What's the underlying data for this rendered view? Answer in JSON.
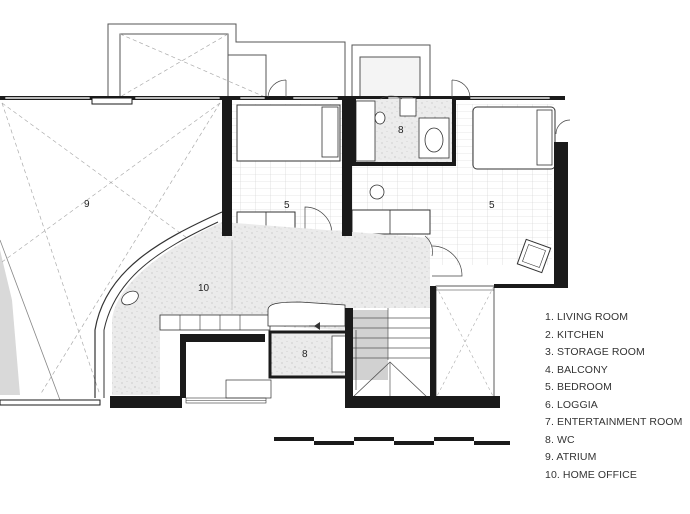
{
  "rooms": {
    "atrium_num": "9",
    "bedroom_left_num": "5",
    "bedroom_right_num": "5",
    "wc_top_num": "8",
    "wc_bottom_num": "8",
    "office_num": "10"
  },
  "legend": [
    "1. LIVING ROOM",
    "2. KITCHEN",
    "3. STORAGE ROOM",
    "4. BALCONY",
    "5. BEDROOM",
    "6. LOGGIA",
    "7. ENTERTAINMENT ROOM",
    "8. WC",
    "9. ATRIUM",
    "10. HOME OFFICE"
  ],
  "colors": {
    "wall": "#1a1a1a",
    "floor_terrazzo": "#e9e9e9",
    "tile_line": "#c8c8c8",
    "stair_grey": "#b5b5b5",
    "legend_text": "#333333"
  }
}
